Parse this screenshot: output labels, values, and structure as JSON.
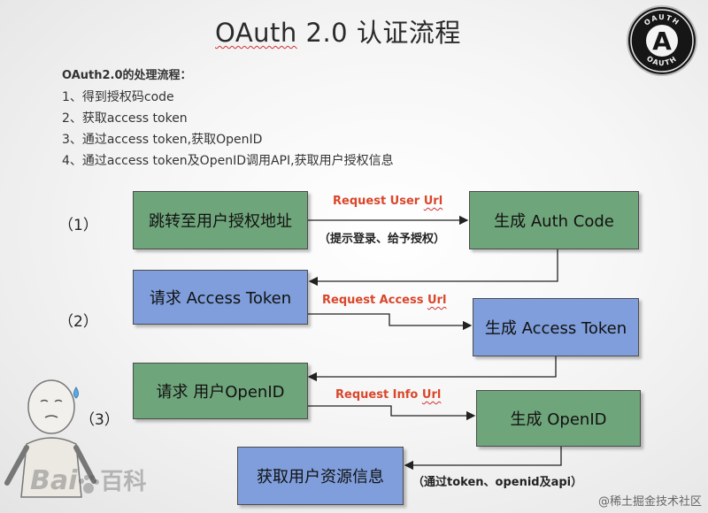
{
  "title": {
    "prefix": "OAuth",
    "rest": " 2.0 认证流程"
  },
  "steps": {
    "heading": "OAuth2.0的处理流程：",
    "items": [
      "1、得到授权码code",
      "2、获取access token",
      "3、通过access token,获取OpenID",
      "4、通过access token及OpenID调用API,获取用户授权信息"
    ]
  },
  "step_numbers": [
    "（1）",
    "（2）",
    "（3）"
  ],
  "boxes": {
    "redirect": "跳转至用户授权地址",
    "auth_code": "生成 Auth Code",
    "request_token": "请求 Access Token",
    "gen_token": "生成 Access Token",
    "request_openid": "请求 用户OpenID",
    "gen_openid": "生成 OpenID",
    "get_info": "获取用户资源信息"
  },
  "arrow_labels": {
    "request_user_prefix": "Request User ",
    "request_user_url": "Url",
    "request_user_note": "（提示登录、给予授权）",
    "request_access_prefix": "Request Access ",
    "request_access_url": "Url",
    "request_info_prefix": "Request Info ",
    "request_info_url": "Url",
    "via_note": "（通过token、openid及api）"
  },
  "logo": {
    "top_text": "OAUTH",
    "bottom_text": "OAUTH",
    "letter": "A"
  },
  "watermarks": {
    "baidu_left": "Bai",
    "baidu_right": "百科",
    "juejin": "@稀土掘金技术社区"
  },
  "colors": {
    "green_box": "#6fa57b",
    "blue_box": "#7f9edb",
    "label_red": "#d9472b"
  }
}
